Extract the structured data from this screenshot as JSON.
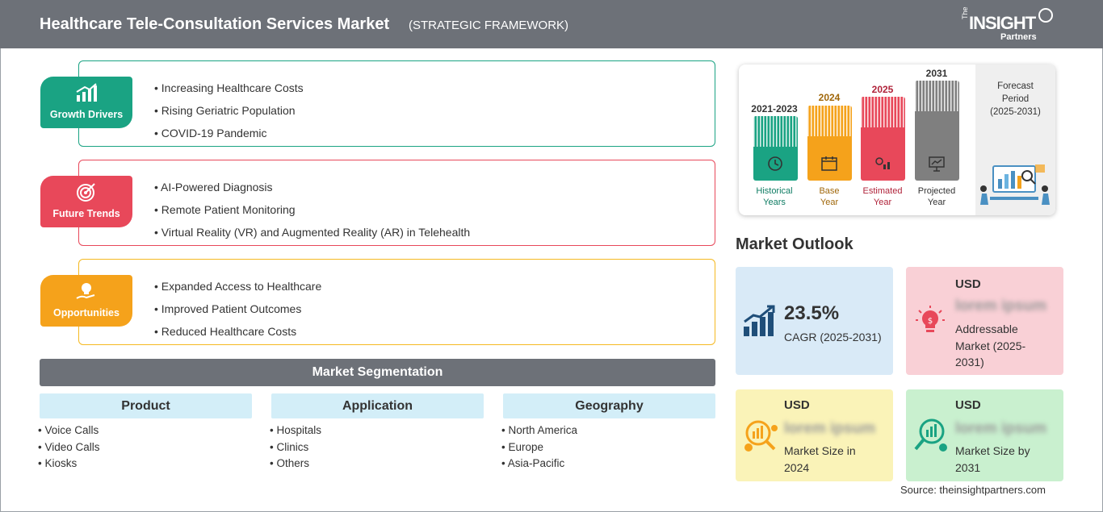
{
  "header": {
    "title": "Healthcare Tele-Consultation Services Market",
    "subtitle": "(STRATEGIC FRAMEWORK)",
    "logo_the": "The",
    "logo_insight": "INSIGHT",
    "logo_partners": "Partners"
  },
  "framework": {
    "growth_drivers": {
      "label": "Growth Drivers",
      "color": "#1aa383",
      "items": [
        "Increasing Healthcare Costs",
        "Rising Geriatric Population",
        "COVID-19 Pandemic"
      ]
    },
    "future_trends": {
      "label": "Future Trends",
      "color": "#e8485a",
      "items": [
        "AI-Powered Diagnosis",
        "Remote Patient Monitoring",
        "Virtual Reality (VR) and Augmented Reality (AR) in Telehealth"
      ]
    },
    "opportunities": {
      "label": "Opportunities",
      "color": "#f5a21b",
      "items": [
        "Expanded Access to Healthcare",
        "Improved Patient Outcomes",
        "Reduced Healthcare Costs"
      ]
    }
  },
  "segmentation": {
    "title": "Market Segmentation",
    "columns": [
      {
        "heading": "Product",
        "items": [
          "Voice Calls",
          "Video Calls",
          "Kiosks"
        ]
      },
      {
        "heading": "Application",
        "items": [
          "Hospitals",
          "Clinics",
          "Others"
        ]
      },
      {
        "heading": "Geography",
        "items": [
          "North America",
          "Europe",
          "Asia-Pacific"
        ]
      }
    ]
  },
  "timeline": {
    "periods": [
      {
        "year": "2021-2023",
        "label_line1": "Historical",
        "label_line2": "Years",
        "color": "#1aa383",
        "text_color": "#0e7c63",
        "icon": "history-icon"
      },
      {
        "year": "2024",
        "label_line1": "Base",
        "label_line2": "Year",
        "color": "#f5a21b",
        "text_color": "#a0670a",
        "icon": "calendar-icon"
      },
      {
        "year": "2025",
        "label_line1": "Estimated",
        "label_line2": "Year",
        "color": "#e8485a",
        "text_color": "#b0233a",
        "icon": "gear-chart-icon"
      },
      {
        "year": "2031",
        "label_line1": "Projected",
        "label_line2": "Year",
        "color": "#7f7f7f",
        "text_color": "#333333",
        "icon": "presentation-icon"
      }
    ],
    "forecast_line1": "Forecast",
    "forecast_line2": "Period",
    "forecast_line3": "(2025-2031)"
  },
  "outlook": {
    "title": "Market Outlook",
    "cagr": {
      "value": "23.5%",
      "label": "CAGR (2025-2031)",
      "bg": "#d9eaf7"
    },
    "addressable": {
      "currency": "USD",
      "value": "lorem ipsum",
      "label_line1": "Addressable",
      "label_line2": "Market (2025-",
      "label_line3": "2031)",
      "bg": "#f9d0d6"
    },
    "size_2024": {
      "currency": "USD",
      "value": "lorem ipsum",
      "label_line1": "Market Size in",
      "label_line2": "2024",
      "bg": "#faf3b8"
    },
    "size_2031": {
      "currency": "USD",
      "value": "lorem ipsum",
      "label_line1": "Market Size by",
      "label_line2": "2031",
      "bg": "#c9f0cf"
    }
  },
  "source": "Source: theinsightpartners.com"
}
